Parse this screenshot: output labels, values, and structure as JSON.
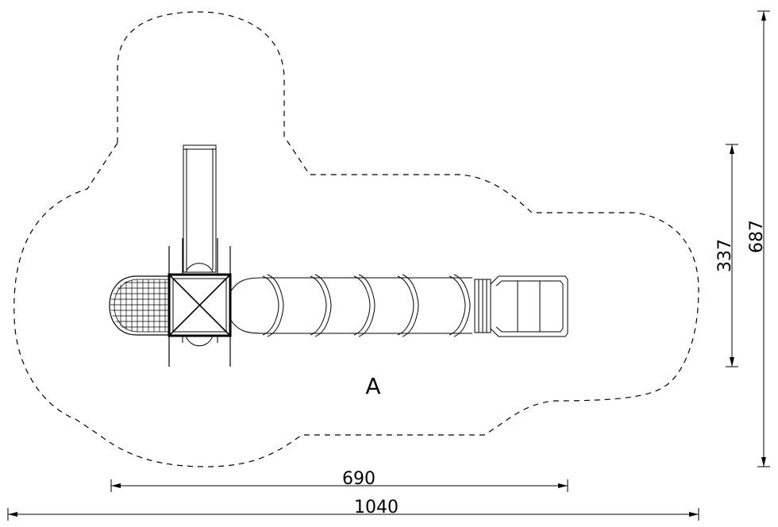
{
  "plan": {
    "zone_label": "A",
    "dimensions": {
      "width_structure": "690",
      "width_total": "1040",
      "depth_structure": "337",
      "depth_total": "687"
    }
  },
  "colors": {
    "line": "#000000",
    "background": "#ffffff"
  }
}
